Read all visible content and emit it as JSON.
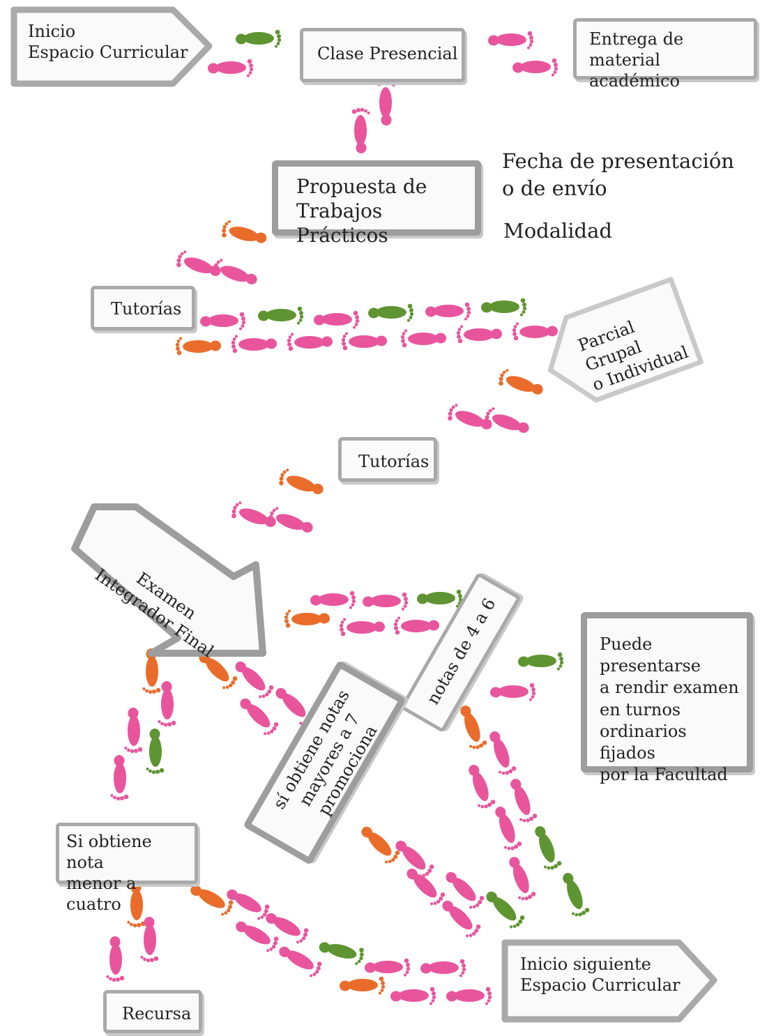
{
  "nodes": {
    "inicio": [
      "Inicio",
      "Espacio Curricular"
    ],
    "clase": "Clase Presencial",
    "entrega": [
      "Entrega de material",
      "académico"
    ],
    "propuesta": [
      "Propuesta de",
      "Trabajos Prácticos"
    ],
    "fecha": [
      "Fecha de presentación",
      "o de envío"
    ],
    "modalidad": "Modalidad",
    "tutorias1": "Tutorías",
    "parcial": [
      "Parcial Grupal",
      "o Individual"
    ],
    "tutorias2": "Tutorías",
    "examen": [
      "Examen",
      "Integrador Final"
    ],
    "notas46": "notas de 4 a 6",
    "puede": [
      "Puede presentarse",
      "a rendir examen",
      "en turnos",
      "ordinarios fijados",
      "por la Facultad"
    ],
    "promociona": [
      "sí obtiene notas",
      "mayores a 7",
      "promociona"
    ],
    "menor": [
      "Si obtiene nota",
      "menor a cuatro"
    ],
    "recursa": "Recursa",
    "siguiente": [
      "Inicio siguiente",
      "Espacio Curricular"
    ]
  },
  "colors": {
    "pink": "#e8559d",
    "green": "#5e9431",
    "orange": "#ea6c2a",
    "border": "#a9a9a9"
  },
  "icons": {
    "footprint": "footprint-icon"
  }
}
